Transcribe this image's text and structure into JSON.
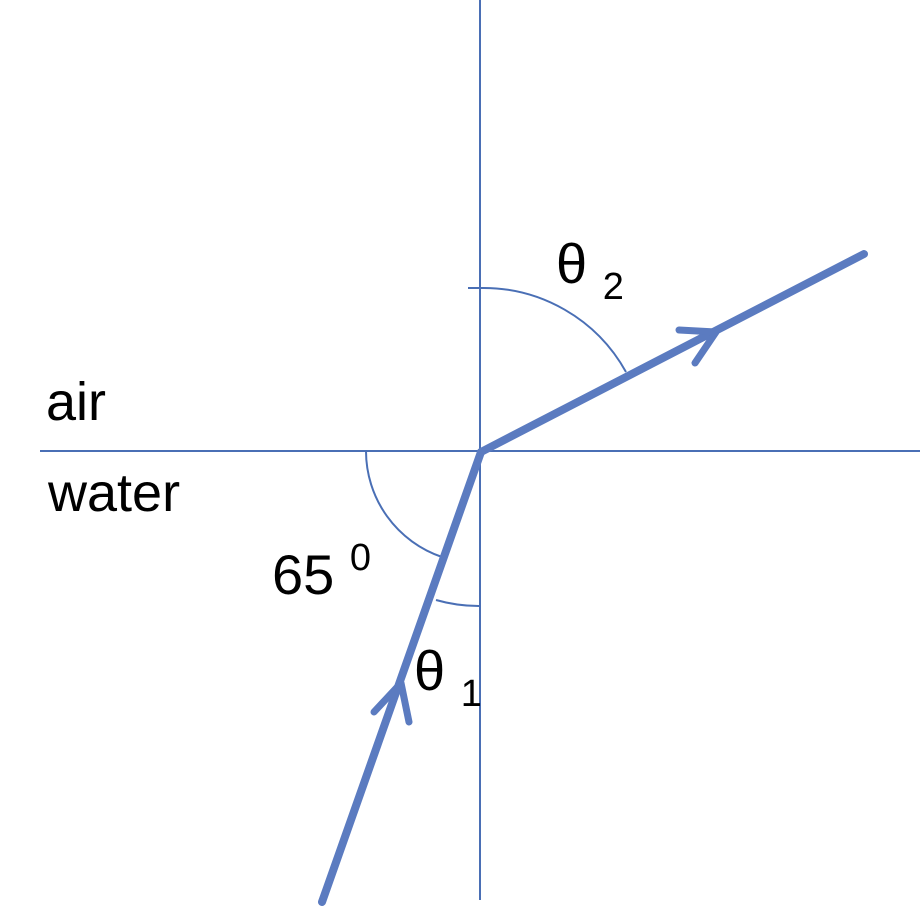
{
  "media": {
    "upper": "air",
    "lower": "water"
  },
  "angles": {
    "incident_symbol": "θ",
    "incident_subscript": "1",
    "refracted_symbol": "θ",
    "refracted_subscript": "2",
    "given_value": "65",
    "given_superscript": "0"
  },
  "colors": {
    "axis": "#4a6fb5",
    "ray": "#5b7bc0",
    "text": "#000000"
  }
}
